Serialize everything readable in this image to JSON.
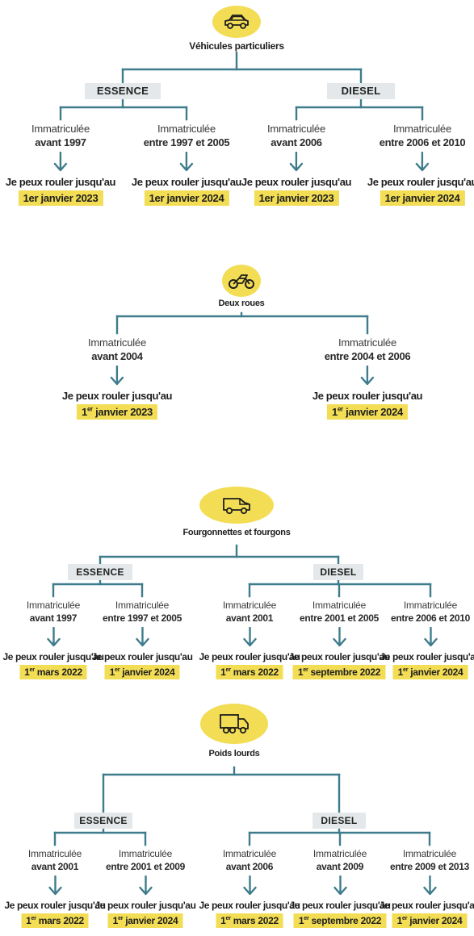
{
  "sections": [
    {
      "id": "vp",
      "title": "Véhicules particuliers",
      "icon": "car-icon",
      "fuels": [
        {
          "label": "ESSENCE",
          "items": [
            {
              "line1": "Immatriculée",
              "line2": "avant 1997",
              "line3": "Je peux rouler jusqu'au",
              "day": "1er",
              "month": "janvier 2023"
            },
            {
              "line1": "Immatriculée",
              "line2": "entre 1997 et 2005",
              "line3": "Je peux rouler jusqu'au",
              "day": "1er",
              "month": "janvier 2024"
            }
          ]
        },
        {
          "label": "DIESEL",
          "items": [
            {
              "line1": "Immatriculée",
              "line2": "avant 2006",
              "line3": "Je peux rouler jusqu'au",
              "day": "1er",
              "month": "janvier 2023"
            },
            {
              "line1": "Immatriculée",
              "line2": "entre 2006 et 2010",
              "line3": "Je peux rouler jusqu'au",
              "day": "1er",
              "month": "janvier 2024"
            }
          ]
        }
      ]
    },
    {
      "id": "dr",
      "title": "Deux roues",
      "icon": "motorcycle-icon",
      "fuels": [
        {
          "label": "",
          "items": [
            {
              "line1": "Immatriculée",
              "line2": "avant 2004",
              "line3": "Je peux rouler jusqu'au",
              "day": "1",
              "sup": "er",
              "month": "janvier 2023"
            },
            {
              "line1": "Immatriculée",
              "line2": "entre 2004 et 2006",
              "line3": "Je peux rouler jusqu'au",
              "day": "1",
              "sup": "er",
              "month": "janvier 2024"
            }
          ]
        }
      ]
    },
    {
      "id": "ff",
      "title": "Fourgonnettes et fourgons",
      "icon": "van-icon",
      "fuels": [
        {
          "label": "ESSENCE",
          "items": [
            {
              "line1": "Immatriculée",
              "line2": "avant 1997",
              "line3": "Je peux rouler jusqu'au",
              "day": "1",
              "sup": "er",
              "month": "mars 2022"
            },
            {
              "line1": "Immatriculée",
              "line2": "entre 1997 et 2005",
              "line3": "Je peux rouler jusqu'au",
              "day": "1",
              "sup": "er",
              "month": "janvier 2024"
            }
          ]
        },
        {
          "label": "DIESEL",
          "items": [
            {
              "line1": "Immatriculée",
              "line2": "avant 2001",
              "line3": "Je peux rouler jusqu'au",
              "day": "1",
              "sup": "er",
              "month": "mars 2022"
            },
            {
              "line1": "Immatriculée",
              "line2": "entre 2001 et 2005",
              "line3": "Je peux rouler jusqu'au",
              "day": "1",
              "sup": "er",
              "month": "septembre 2022"
            },
            {
              "line1": "Immatriculée",
              "line2": "entre 2006 et 2010",
              "line3": "Je peux rouler jusqu'au",
              "day": "1",
              "sup": "er",
              "month": "janvier 2024"
            }
          ]
        }
      ]
    },
    {
      "id": "pl",
      "title": "Poids lourds",
      "icon": "truck-icon",
      "fuels": [
        {
          "label": "ESSENCE",
          "items": [
            {
              "line1": "Immatriculée",
              "line2": "avant 2001",
              "line3": "Je peux rouler jusqu'au",
              "day": "1",
              "sup": "er",
              "month": "mars 2022"
            },
            {
              "line1": "Immatriculée",
              "line2": "entre 2001 et 2009",
              "line3": "Je peux rouler jusqu'au",
              "day": "1",
              "sup": "er",
              "month": "janvier 2024"
            }
          ]
        },
        {
          "label": "DIESEL",
          "items": [
            {
              "line1": "Immatriculée",
              "line2": "avant 2006",
              "line3": "Je peux rouler jusqu'au",
              "day": "1",
              "sup": "er",
              "month": "mars 2022"
            },
            {
              "line1": "Immatriculée",
              "line2": "avant 2009",
              "line3": "Je peux rouler jusqu'au",
              "day": "1",
              "sup": "er",
              "month": "septembre 2022"
            },
            {
              "line1": "Immatriculée",
              "line2": "entre 2009 et 2013",
              "line3": "Je peux rouler jusqu'au",
              "day": "1",
              "sup": "er",
              "month": "janvier 2024"
            }
          ]
        }
      ]
    }
  ],
  "colors": {
    "line": "#3e7c8c",
    "highlight": "#f2dd55",
    "fuel_bg": "#e4e8ea",
    "text": "#2a2a2a"
  }
}
